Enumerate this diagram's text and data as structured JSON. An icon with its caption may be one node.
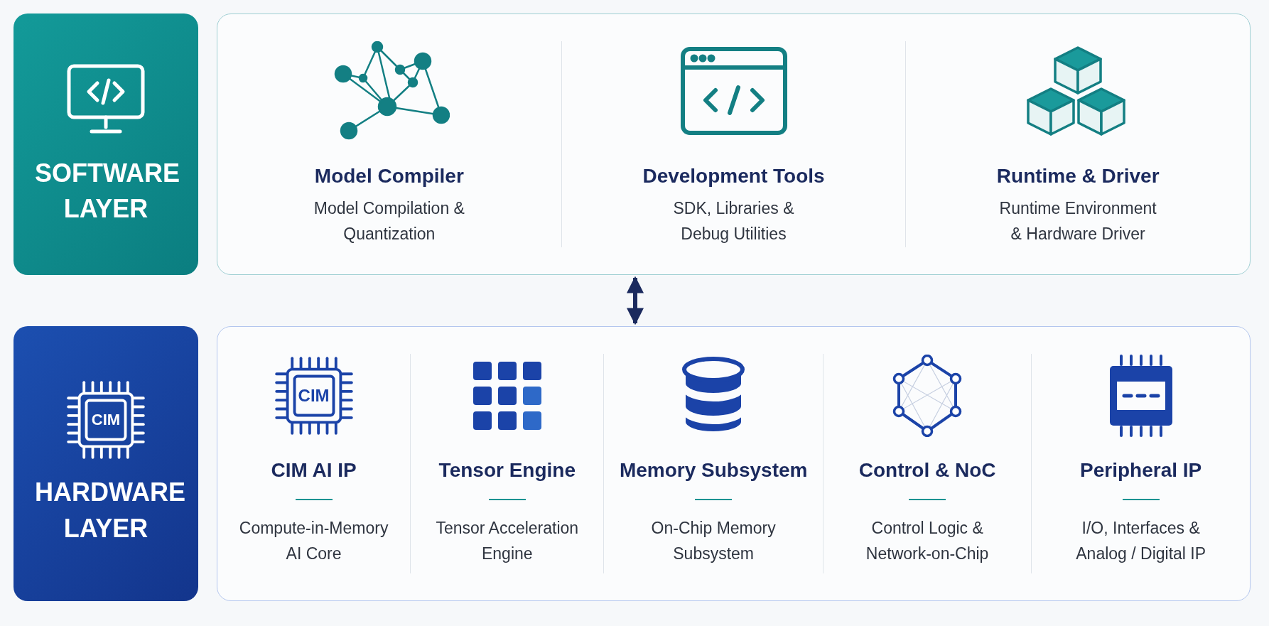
{
  "diagram": {
    "nodes": [
      {
        "text": [
          "SOFTWARE LAYER"
        ]
      },
      {
        "text": [],
        "shape": "box"
      },
      {
        "text": [
          "Model Compiler",
          "Model Compilation & Quantization"
        ],
        "in": 1
      },
      {
        "text": [
          "Development Tools",
          "SDK, Libraries & Debug Utilities"
        ],
        "in": 1
      },
      {
        "text": [
          "Runtime & Driver",
          "Runtime Environment & Hardware Driver"
        ],
        "in": 1
      },
      {
        "text": [
          "HARDWARE LAYER"
        ]
      },
      {
        "text": [],
        "shape": "box"
      },
      {
        "text": [
          "CIM AI IP",
          "Compute-in-Memory AI Core"
        ],
        "in": 6
      },
      {
        "text": [
          "Tensor Engine",
          "Tensor Acceleration Engine"
        ],
        "in": 6
      },
      {
        "text": [
          "Memory Subsystem",
          "On-Chip Memory Subsystem"
        ],
        "in": 6
      },
      {
        "text": [
          "Control & NoC",
          "Control Logic & Network-on-Chip"
        ],
        "in": 6
      },
      {
        "text": [
          "Peripheral IP",
          "I/O, Interfaces & Analog / Digital IP"
        ],
        "in": 6
      }
    ],
    "edges": [
      {
        "from": 1,
        "to": 6,
        "arrow": "both"
      }
    ],
    "labels": [
      "CIM",
      "CIM"
    ]
  }
}
